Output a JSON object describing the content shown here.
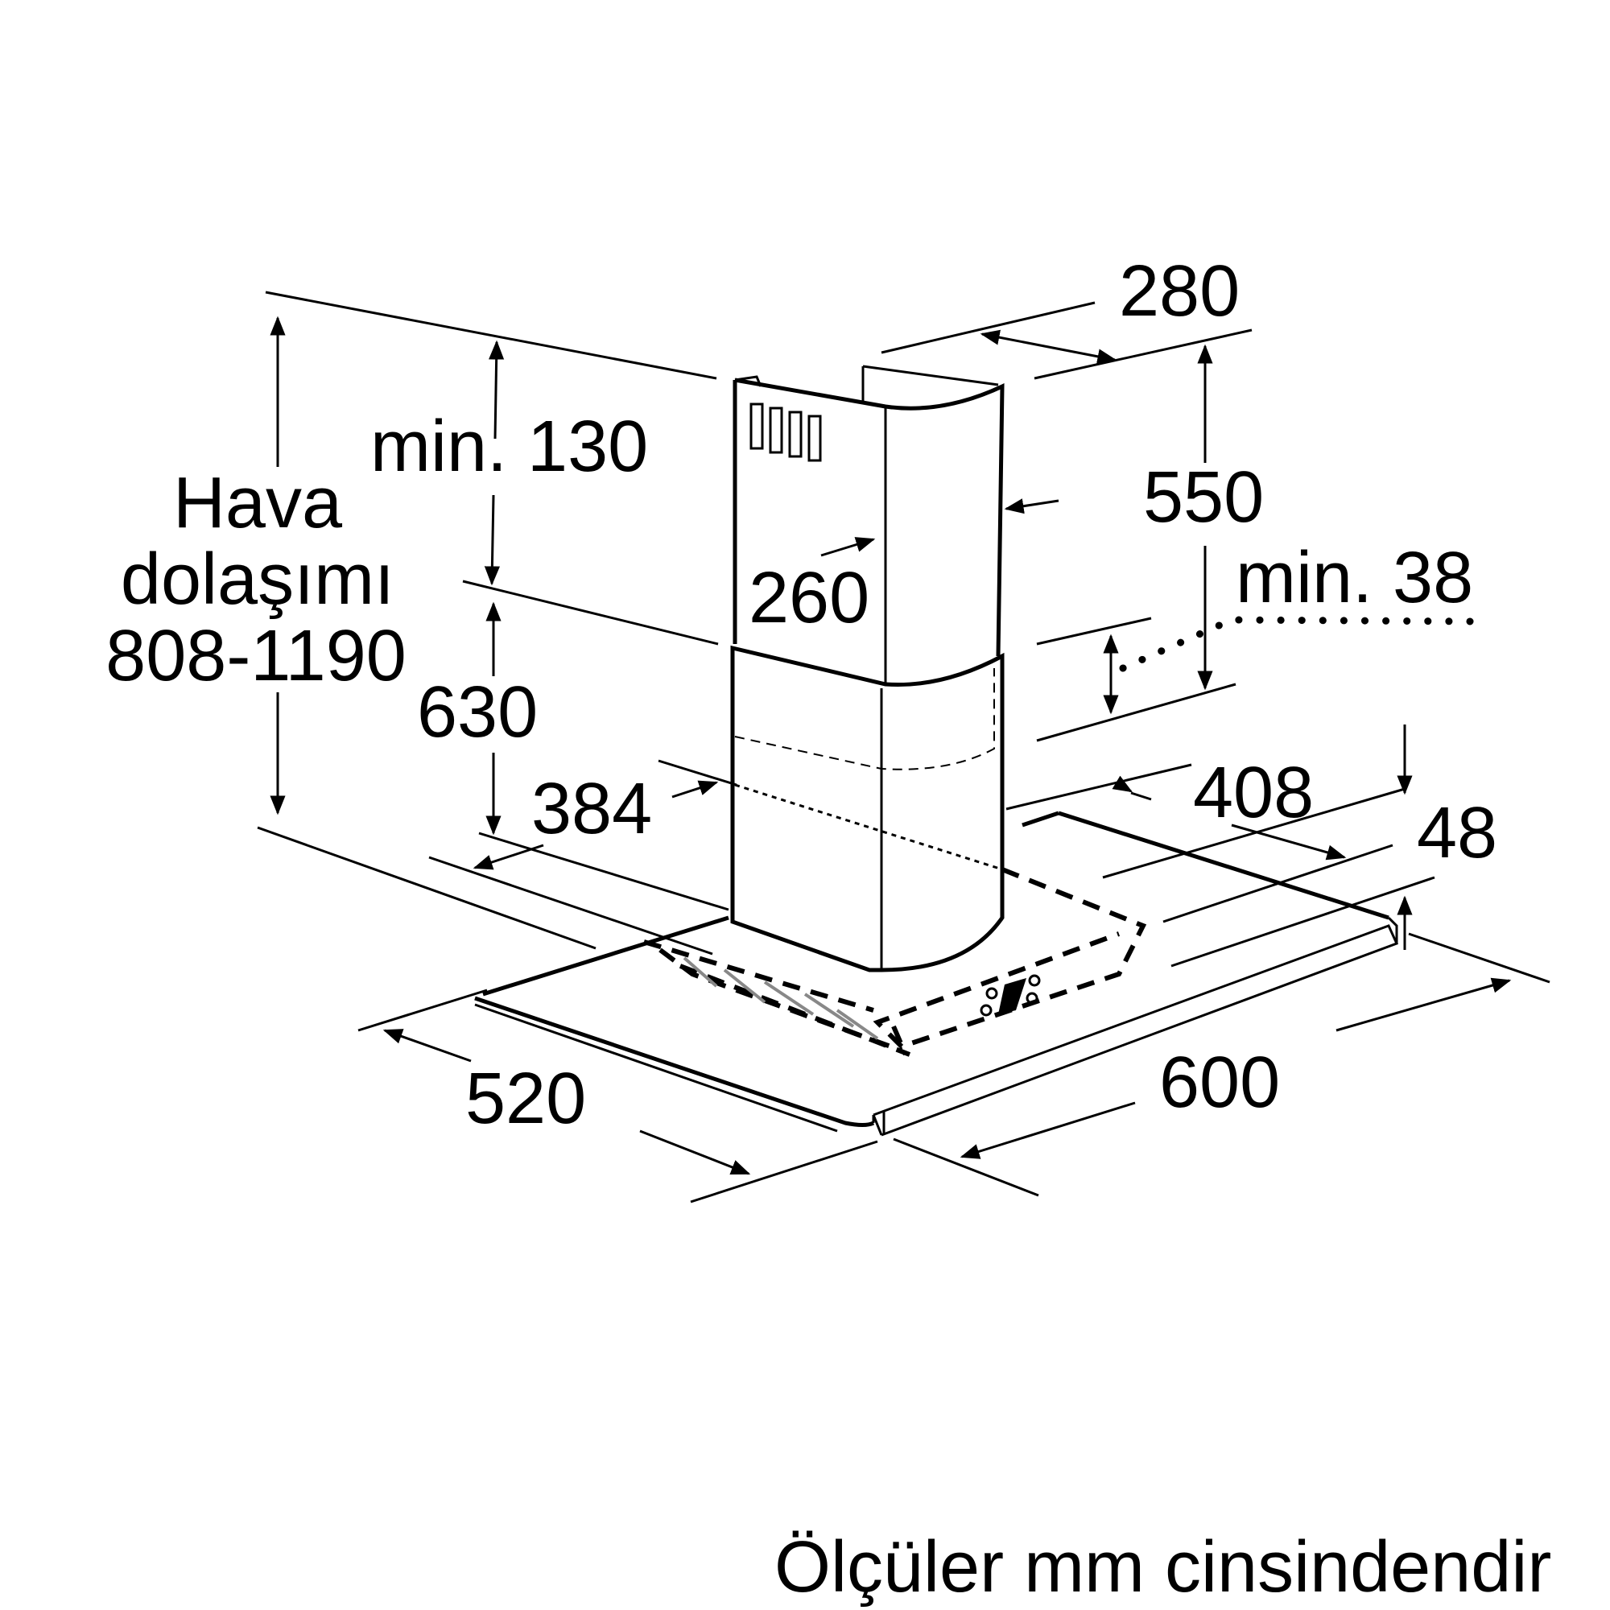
{
  "diagram": {
    "dimensions": {
      "d280": "280",
      "d550": "550",
      "min38": "min. 38",
      "min130": "min. 130",
      "d260": "260",
      "d630": "630",
      "d384": "384",
      "d408": "408",
      "d48": "48",
      "d520": "520",
      "d600": "600"
    },
    "hava_label": {
      "line1": "Hava",
      "line2": "dolaşımı",
      "line3": "808-1190"
    },
    "footer": "Ölçüler mm cinsindendir"
  }
}
